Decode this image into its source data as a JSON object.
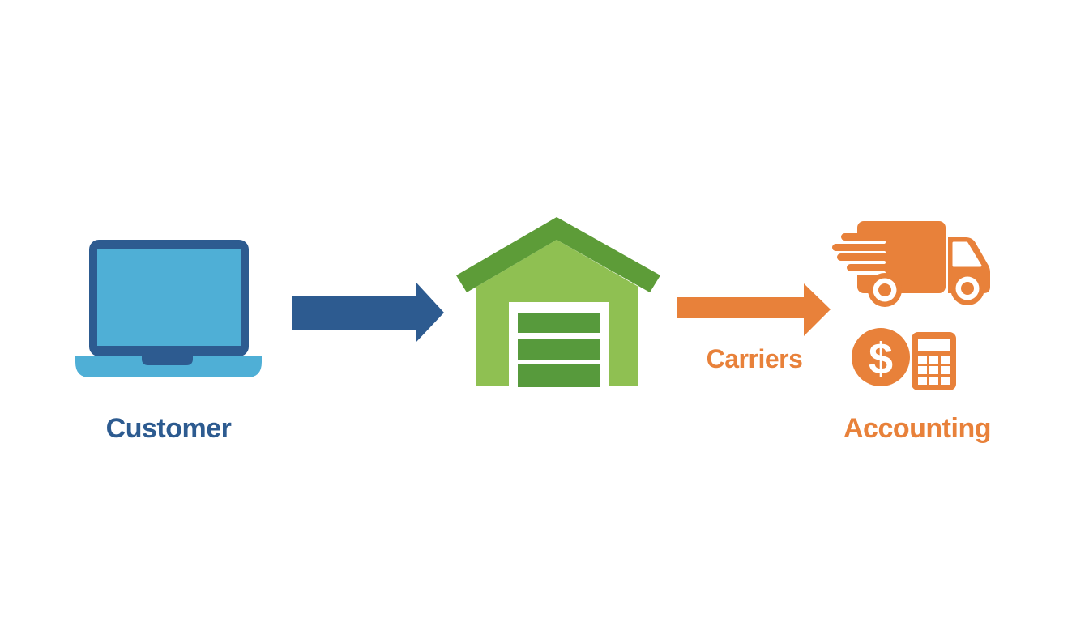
{
  "diagram": {
    "background": "#ffffff",
    "colors": {
      "blue_dark": "#2d5b90",
      "blue_light": "#4fafd6",
      "green_dark": "#5d9c38",
      "green_light": "#8fc052",
      "green_slat": "#579a3c",
      "orange": "#e8813a",
      "white": "#ffffff"
    },
    "nodes": [
      {
        "id": "customer",
        "label": "Customer",
        "icon": "laptop-icon"
      },
      {
        "id": "warehouse",
        "label": "",
        "icon": "warehouse-icon"
      },
      {
        "id": "carriers",
        "label": "Carriers",
        "icon": "truck-icon"
      },
      {
        "id": "accounting",
        "label": "Accounting",
        "icon": "money-calculator-icon"
      }
    ],
    "edges": [
      {
        "from": "customer",
        "to": "warehouse",
        "label": "",
        "color": "#2d5b90"
      },
      {
        "from": "warehouse",
        "to": "carriers",
        "label": "Carriers",
        "color": "#e8813a"
      }
    ],
    "coin_symbol": "$"
  }
}
